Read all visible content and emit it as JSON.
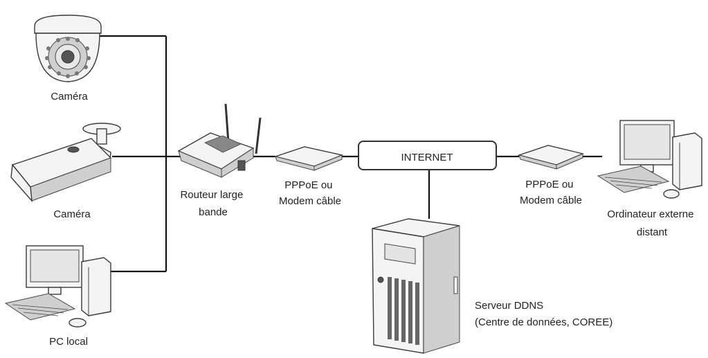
{
  "nodes": {
    "camera_dome": {
      "label_lines": [
        "Caméra"
      ]
    },
    "camera_bullet": {
      "label_lines": [
        "Caméra"
      ]
    },
    "pc_local": {
      "label_lines": [
        "PC local"
      ]
    },
    "router": {
      "label_lines": [
        "Routeur large",
        "bande"
      ]
    },
    "modem_left": {
      "label_lines": [
        "PPPoE ou",
        "Modem câble"
      ]
    },
    "internet": {
      "label": "INTERNET"
    },
    "modem_right": {
      "label_lines": [
        "PPPoE ou",
        "Modem câble"
      ]
    },
    "remote_pc": {
      "label_lines": [
        "Ordinateur externe",
        "distant"
      ]
    },
    "ddns_server": {
      "label_lines": [
        "Serveur DDNS",
        "(Centre de données, COREE)"
      ]
    }
  }
}
